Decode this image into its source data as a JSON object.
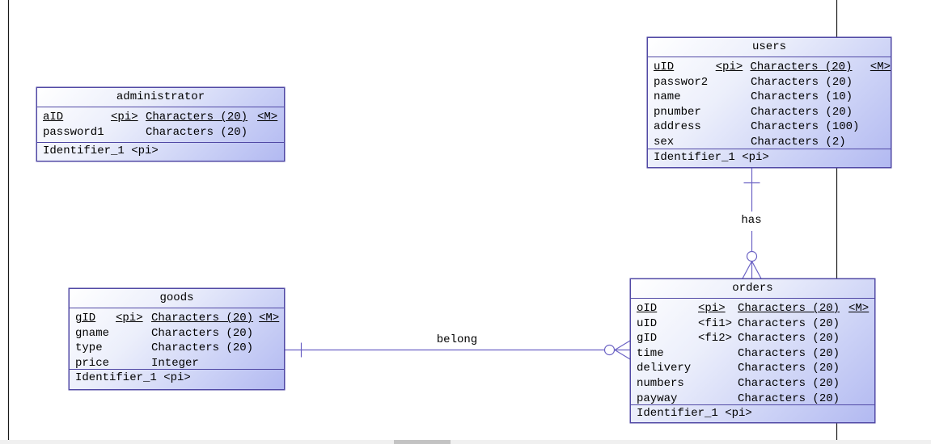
{
  "diagram": {
    "entities": [
      {
        "name": "administrator",
        "attributes": [
          {
            "name": "aID",
            "tag": "<pi>",
            "type": "Characters (20)",
            "flag": "<M>"
          },
          {
            "name": "password1",
            "tag": "",
            "type": "Characters (20)",
            "flag": ""
          }
        ],
        "identifier": "Identifier_1 <pi>"
      },
      {
        "name": "users",
        "attributes": [
          {
            "name": "uID",
            "tag": "<pi>",
            "type": "Characters (20)",
            "flag": "<M>"
          },
          {
            "name": "passwor2",
            "tag": "",
            "type": "Characters (20)",
            "flag": ""
          },
          {
            "name": "name",
            "tag": "",
            "type": "Characters (10)",
            "flag": ""
          },
          {
            "name": "pnumber",
            "tag": "",
            "type": "Characters (20)",
            "flag": ""
          },
          {
            "name": "address",
            "tag": "",
            "type": "Characters (100)",
            "flag": ""
          },
          {
            "name": "sex",
            "tag": "",
            "type": "Characters (2)",
            "flag": ""
          }
        ],
        "identifier": "Identifier_1 <pi>"
      },
      {
        "name": "goods",
        "attributes": [
          {
            "name": "gID",
            "tag": "<pi>",
            "type": "Characters (20)",
            "flag": "<M>"
          },
          {
            "name": "gname",
            "tag": "",
            "type": "Characters (20)",
            "flag": ""
          },
          {
            "name": "type",
            "tag": "",
            "type": "Characters (20)",
            "flag": ""
          },
          {
            "name": "price",
            "tag": "",
            "type": "Integer",
            "flag": ""
          }
        ],
        "identifier": "Identifier_1 <pi>"
      },
      {
        "name": "orders",
        "attributes": [
          {
            "name": "oID",
            "tag": "<pi>",
            "type": "Characters (20)",
            "flag": "<M>"
          },
          {
            "name": "uID",
            "tag": "<fi1>",
            "type": "Characters (20)",
            "flag": ""
          },
          {
            "name": "gID",
            "tag": "<fi2>",
            "type": "Characters (20)",
            "flag": ""
          },
          {
            "name": "time",
            "tag": "",
            "type": "Characters (20)",
            "flag": ""
          },
          {
            "name": "delivery",
            "tag": "",
            "type": "Characters (20)",
            "flag": ""
          },
          {
            "name": "numbers",
            "tag": "",
            "type": "Characters (20)",
            "flag": ""
          },
          {
            "name": "payway",
            "tag": "",
            "type": "Characters (20)",
            "flag": ""
          }
        ],
        "identifier": "Identifier_1 <pi>"
      }
    ],
    "relationships": [
      {
        "label": "has",
        "from": "users",
        "to": "orders"
      },
      {
        "label": "belong",
        "from": "goods",
        "to": "orders"
      }
    ],
    "colors": {
      "entity_border": "#5149a5",
      "entity_fill_light": "#ffffff",
      "entity_fill_dark": "#b2b9f1",
      "relationship_line": "#6b62c4",
      "page_break_line": "#1a1a1a",
      "scrollbar_track": "#f0f0f0",
      "scrollbar_thumb": "#c3c3c3"
    }
  }
}
